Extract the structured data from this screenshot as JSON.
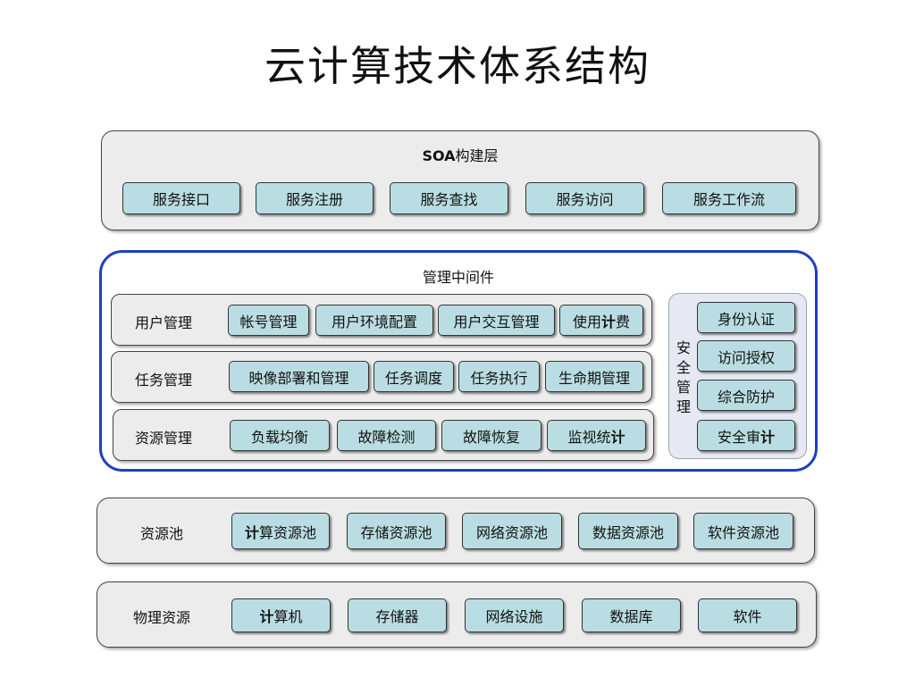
{
  "title": "云计算技术体系结构",
  "soa_layer": {
    "label_bold": "SOA",
    "label_rest": "构建层",
    "items": [
      "服务接口",
      "服务注册",
      "服务查找",
      "服务访问",
      "服务工作流"
    ]
  },
  "middleware": {
    "label": "管理中间件",
    "user_mgmt": {
      "label": "用户管理",
      "items": [
        "帐号管理",
        "用户环境配置",
        "用户交互管理"
      ],
      "last_pre": "使用",
      "last_bold": "计",
      "last_post": "费"
    },
    "task_mgmt": {
      "label": "任务管理",
      "items": [
        "映像部署和管理",
        "任务调度",
        "任务执行",
        "生命期管理"
      ]
    },
    "resource_mgmt": {
      "label": "资源管理",
      "items": [
        "负载均衡",
        "故障检测",
        "故障恢复"
      ],
      "last_pre": "监视统",
      "last_bold": "计"
    },
    "security": {
      "label_chars": [
        "安",
        "全",
        "管",
        "理"
      ],
      "items": [
        "身份认证",
        "访问授权",
        "综合防护"
      ],
      "last_pre": "安全审",
      "last_bold": "计"
    }
  },
  "resource_pool": {
    "label": "资源池",
    "first_bold": "计",
    "first_rest": "算资源池",
    "items": [
      "存储资源池",
      "网络资源池",
      "数据资源池",
      "软件资源池"
    ]
  },
  "physical": {
    "label": "物理资源",
    "first_bold": "计",
    "first_rest": "算机",
    "items": [
      "存储器",
      "网络设施",
      "数据库",
      "软件"
    ]
  }
}
